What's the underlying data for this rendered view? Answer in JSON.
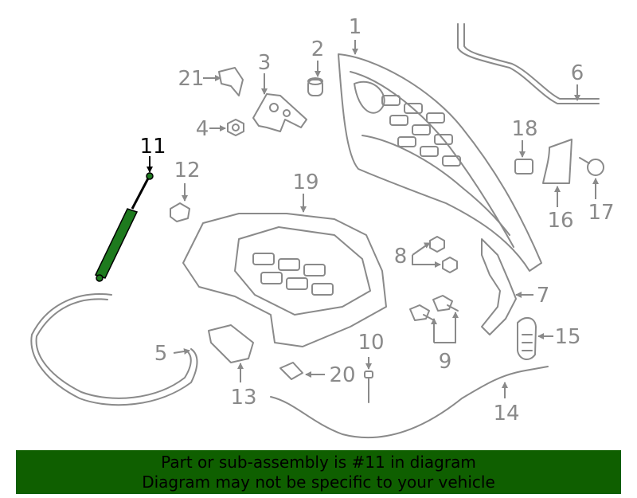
{
  "callouts": {
    "c1": "1",
    "c2": "2",
    "c3": "3",
    "c4": "4",
    "c5": "5",
    "c6": "6",
    "c7": "7",
    "c8": "8",
    "c9": "9",
    "c10": "10",
    "c11": "11",
    "c12": "12",
    "c13": "13",
    "c14": "14",
    "c15": "15",
    "c16": "16",
    "c17": "17",
    "c18": "18",
    "c19": "19",
    "c20": "20",
    "c21": "21"
  },
  "highlighted_part": "11",
  "colors": {
    "highlight_part": "#1e7a1e",
    "banner_background": "#0f5f00",
    "line_art": "#8a8a8a"
  },
  "banner": {
    "line1": "Part or sub-assembly is #11 in diagram",
    "line2": "Diagram may not be specific to your vehicle"
  }
}
